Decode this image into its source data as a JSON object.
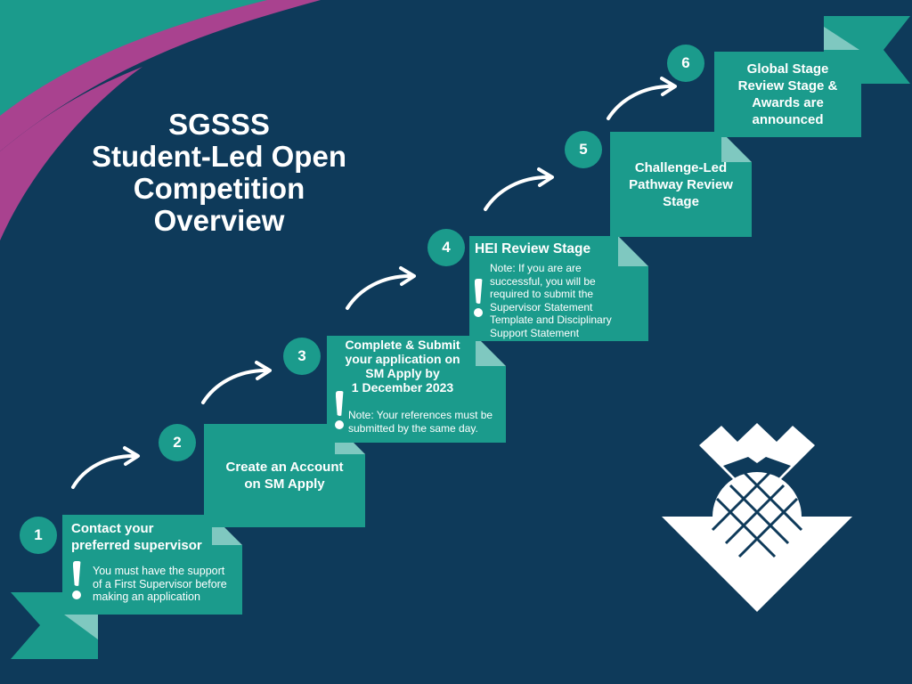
{
  "title": {
    "line1": "SGSSS",
    "line2": "Student-Led Open",
    "line3": "Competition",
    "line4": "Overview"
  },
  "steps": [
    {
      "number": "1",
      "heading_line1": "Contact your",
      "heading_line2": "preferred supervisor",
      "note_line1": "You must have the support",
      "note_line2": "of a First Supervisor before",
      "note_line3": "making an application"
    },
    {
      "number": "2",
      "heading_line1": "Create an Account",
      "heading_line2": "on SM Apply"
    },
    {
      "number": "3",
      "heading_line1": "Complete & Submit",
      "heading_line2": "your application on",
      "heading_line3": "SM Apply by",
      "heading_line4": "1 December 2023",
      "note_line1": "Note: Your references must be",
      "note_line2": "submitted by the same day."
    },
    {
      "number": "4",
      "heading_line1": "HEI Review Stage",
      "note_line1": "Note: If you are are",
      "note_line2": "successful, you will be",
      "note_line3": "required to submit the",
      "note_line4": "Supervisor Statement",
      "note_line5": "Template and Disciplinary",
      "note_line6": "Support Statement"
    },
    {
      "number": "5",
      "heading_line1": "Challenge-Led",
      "heading_line2": "Pathway Review",
      "heading_line3": "Stage"
    },
    {
      "number": "6",
      "heading_line1": "Global Stage",
      "heading_line2": "Review Stage &",
      "heading_line3": "Awards are",
      "heading_line4": "announced"
    }
  ],
  "colors": {
    "background": "#0e3a5a",
    "teal": "#1b9b8c",
    "light_teal": "#7fc8c0",
    "magenta": "#a9428f",
    "white": "#ffffff"
  },
  "icons": [
    "exclamation-icon",
    "curved-arrow-icon",
    "thistle-logo-icon",
    "ribbon-icon"
  ]
}
